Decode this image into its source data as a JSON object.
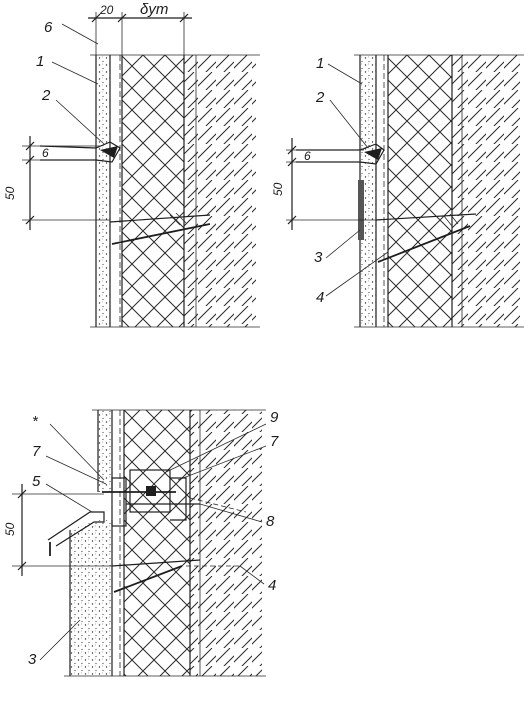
{
  "drawing": {
    "top_dims": {
      "gap": "20",
      "insulation": "δут"
    },
    "detail_a": {
      "labels": {
        "l6": "6",
        "l1": "1",
        "l2": "2"
      },
      "dims": {
        "d6": "6",
        "d50": "50"
      }
    },
    "detail_b": {
      "labels": {
        "l1": "1",
        "l2": "2",
        "l3": "3",
        "l4": "4"
      },
      "dims": {
        "d6": "6",
        "d50": "50"
      }
    },
    "detail_c": {
      "labels": {
        "lstar": "*",
        "l7a": "7",
        "l5": "5",
        "l9": "9",
        "l7b": "7",
        "l8": "8",
        "l4": "4",
        "l3": "3"
      },
      "dims": {
        "d50": "50"
      }
    }
  }
}
